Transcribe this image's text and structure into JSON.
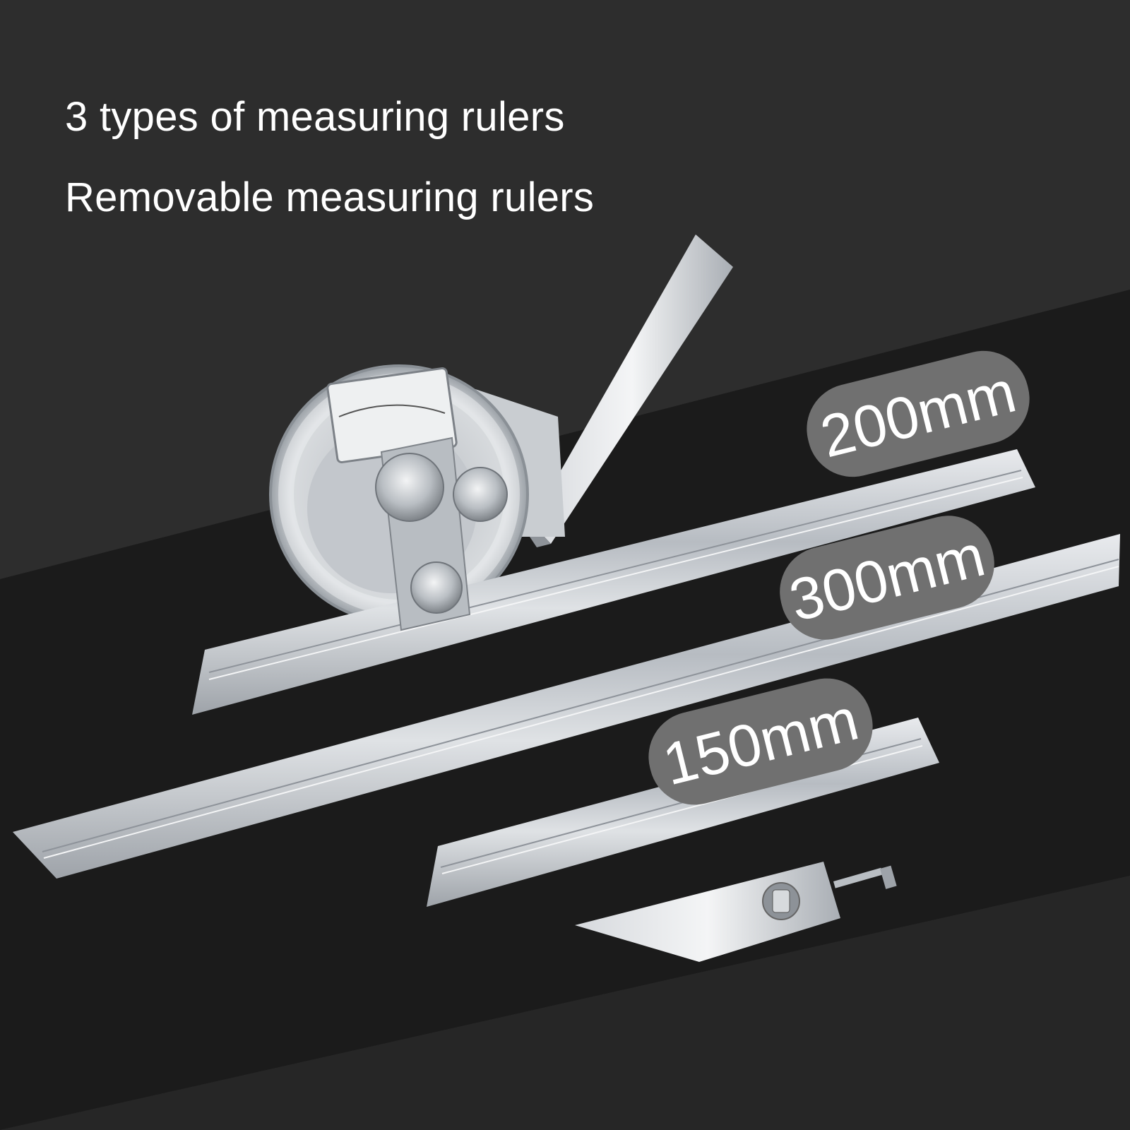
{
  "headline": {
    "line1": "3 types of measuring rulers",
    "line2": "Removable measuring rulers"
  },
  "size_labels": [
    "200mm",
    "300mm",
    "150mm"
  ],
  "colors": {
    "background_dark": "#2b2b2b",
    "background_band": "#1c1c1c",
    "label_pill": "#707070",
    "text": "#ffffff",
    "steel": "#c8ccd0"
  }
}
